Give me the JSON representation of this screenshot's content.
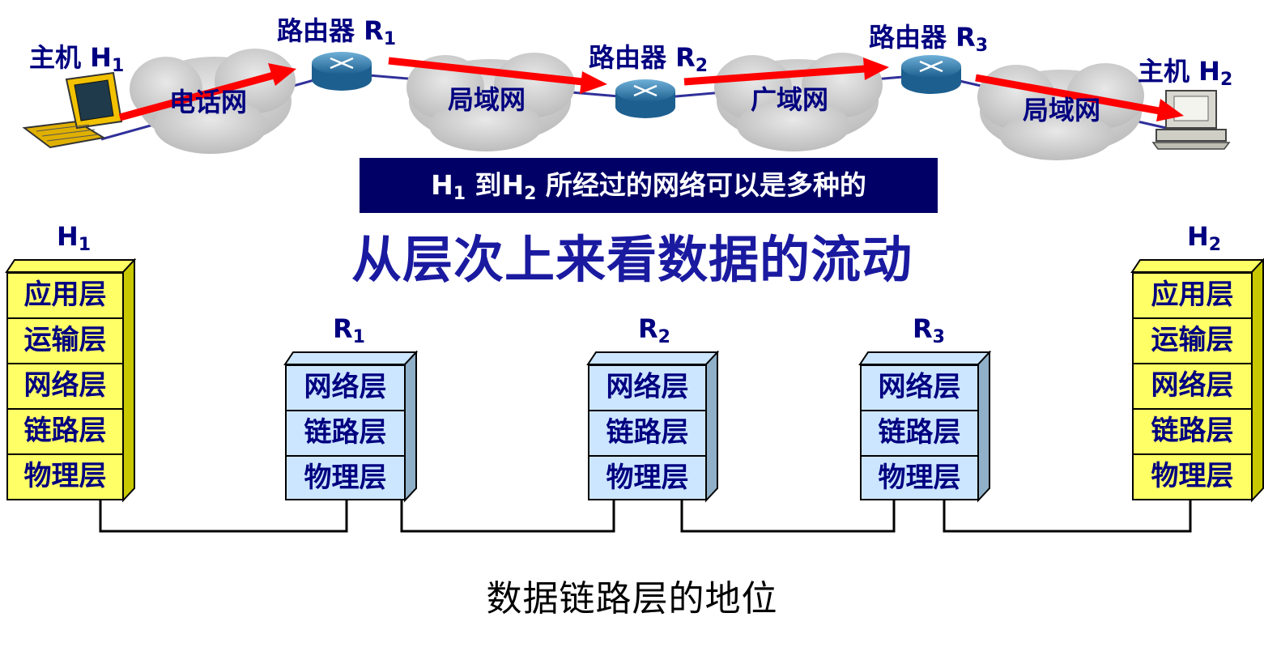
{
  "top": {
    "host_h1": {
      "text": "主机 H",
      "sub": "1"
    },
    "router_r1": {
      "text": "路由器 R",
      "sub": "1"
    },
    "router_r2": {
      "text": "路由器 R",
      "sub": "2"
    },
    "router_r3": {
      "text": "路由器 R",
      "sub": "3"
    },
    "host_h2": {
      "text": "主机 H",
      "sub": "2"
    },
    "clouds": [
      "电话网",
      "局域网",
      "广域网",
      "局域网"
    ]
  },
  "banner": {
    "p1": "H",
    "s1": "1",
    "p2": " 到H",
    "s2": "2",
    "p3": " 所经过的网络可以是多种的"
  },
  "title": "从层次上来看数据的流动",
  "stacks": {
    "h1": {
      "label": "H",
      "sub": "1",
      "layers": [
        "应用层",
        "运输层",
        "网络层",
        "链路层",
        "物理层"
      ]
    },
    "r1": {
      "label": "R",
      "sub": "1",
      "layers": [
        "网络层",
        "链路层",
        "物理层"
      ]
    },
    "r2": {
      "label": "R",
      "sub": "2",
      "layers": [
        "网络层",
        "链路层",
        "物理层"
      ]
    },
    "r3": {
      "label": "R",
      "sub": "3",
      "layers": [
        "网络层",
        "链路层",
        "物理层"
      ]
    },
    "h2": {
      "label": "H",
      "sub": "2",
      "layers": [
        "应用层",
        "运输层",
        "网络层",
        "链路层",
        "物理层"
      ]
    }
  },
  "caption": "数据链路层的地位",
  "colors": {
    "host_layer": "#ffff66",
    "router_layer": "#cce6ff",
    "arrow": "#ff0000",
    "banner": "#000066",
    "text": "#000080"
  }
}
